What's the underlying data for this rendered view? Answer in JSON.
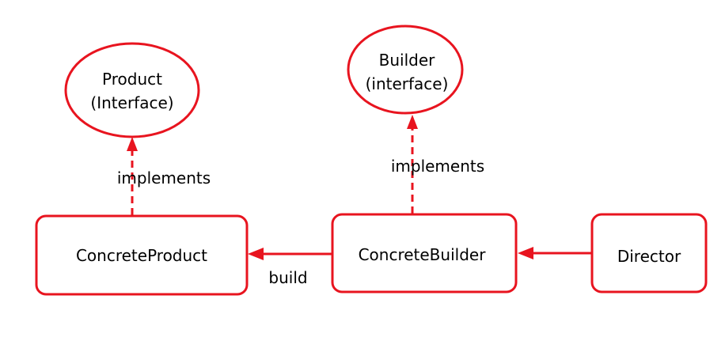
{
  "diagram": {
    "accent_color": "#e8141f",
    "nodes": {
      "product": {
        "line1": "Product",
        "line2": "(Interface)"
      },
      "builder": {
        "line1": "Builder",
        "line2": "(interface)"
      },
      "concrete_product": {
        "label": "ConcreteProduct"
      },
      "concrete_builder": {
        "label": "ConcreteBuilder"
      },
      "director": {
        "label": "Director"
      }
    },
    "edges": {
      "product_implements": {
        "label": "implements"
      },
      "builder_implements": {
        "label": "implements"
      },
      "build": {
        "label": "build"
      }
    }
  }
}
